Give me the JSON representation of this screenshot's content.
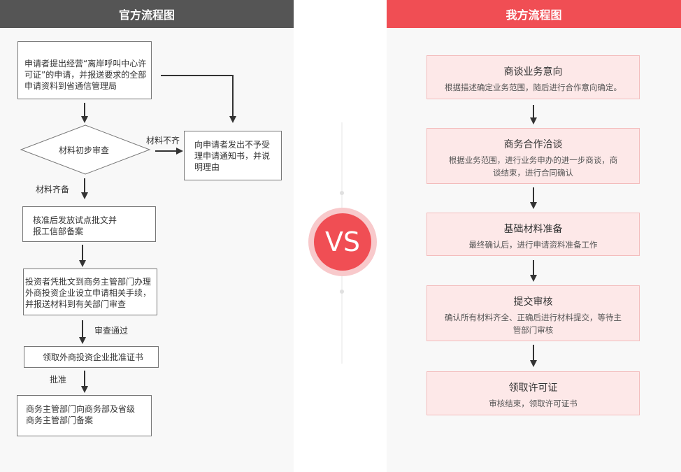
{
  "left": {
    "title": "官方流程图",
    "step1": "申请者提出经营“离岸呼叫中心许可证”的申请，并报送要求的全部申请资料到省通信管理局",
    "diamond": "材料初步审查",
    "label_incomplete": "材料不齐",
    "reject": "向申请者发出不予受理申请通知书，并说明理由",
    "label_complete": "材料齐备",
    "step3": "核准后发放试点批文并报工信部备案",
    "step4": "投资者凭批文到商务主管部门办理外商投资企业设立申请相关手续，并报送材料到有关部门审查",
    "label_review_pass": "审查通过",
    "step5": "领取外商投资企业批准证书",
    "label_approve": "批准",
    "step6": "商务主管部门向商务部及省级商务主管部门备案"
  },
  "vs": "VS",
  "right": {
    "title": "我方流程图",
    "steps": [
      {
        "title": "商谈业务意向",
        "desc": "根据描述确定业务范围，随后进行合作意向确定。"
      },
      {
        "title": "商务合作洽谈",
        "desc": "根据业务范围，进行业务申办的进一步商谈，商谈结束，进行合同确认"
      },
      {
        "title": "基础材料准备",
        "desc": "最终确认后，进行申请资料准备工作"
      },
      {
        "title": "提交审核",
        "desc": "确认所有材料齐全、正确后进行材料提交，等待主管部门审核"
      },
      {
        "title": "领取许可证",
        "desc": "审核结束，领取许可证书"
      }
    ]
  },
  "colors": {
    "left_header": "#555555",
    "right_header": "#f04e54",
    "step_bg": "#fde8e8",
    "vs": "#f04e54"
  }
}
